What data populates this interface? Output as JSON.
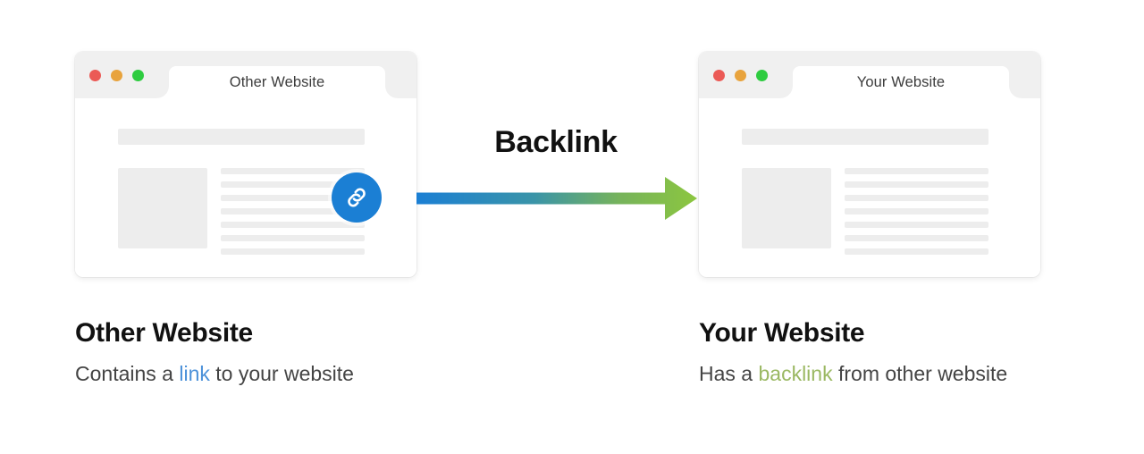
{
  "diagram": {
    "title_label": "Backlink",
    "arrow": {
      "name": "backlink-arrow",
      "gradient_start": "#1b7fd4",
      "gradient_end": "#8cc63f",
      "direction": "left-to-right"
    },
    "badge": {
      "icon": "link-icon",
      "color": "#1b7fd4"
    }
  },
  "windows": [
    {
      "id": "other-website",
      "tab_title": "Other Website",
      "traffic_lights": [
        {
          "name": "close-dot",
          "color": "#eb5a56"
        },
        {
          "name": "minimize-dot",
          "color": "#e8a33d"
        },
        {
          "name": "maximize-dot",
          "color": "#2ecc40"
        }
      ],
      "skeleton": {
        "lines": 7
      }
    },
    {
      "id": "your-website",
      "tab_title": "Your Website",
      "traffic_lights": [
        {
          "name": "close-dot",
          "color": "#eb5a56"
        },
        {
          "name": "minimize-dot",
          "color": "#e8a33d"
        },
        {
          "name": "maximize-dot",
          "color": "#2ecc40"
        }
      ],
      "skeleton": {
        "lines": 7
      }
    }
  ],
  "captions": [
    {
      "id": "other-website",
      "title": "Other Website",
      "sub_before": "Contains a ",
      "sub_highlight": "link",
      "sub_after": " to your website",
      "highlight_color": "#4a90d9"
    },
    {
      "id": "your-website",
      "title": "Your Website",
      "sub_before": "Has a ",
      "sub_highlight": "backlink",
      "sub_after": " from other website",
      "highlight_color": "#9ab862"
    }
  ],
  "theme": {
    "background": "#ffffff",
    "window_header": "#f0f0f0",
    "skeleton_gray": "#ededed",
    "text_dark": "#111111",
    "text_muted": "#444444"
  }
}
